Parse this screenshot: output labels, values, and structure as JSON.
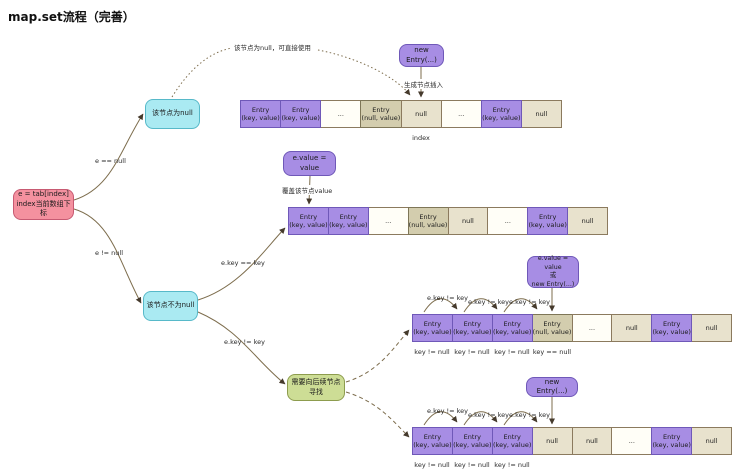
{
  "title": "map.set流程（完善）",
  "colors": {
    "purple": "#a78de4",
    "pink": "#f4919f",
    "cyan": "#aaeaf2",
    "green": "#cddd95",
    "tan": "#e8e2cd",
    "khaki": "#d3cdae",
    "white_cell": "#fffef7",
    "edge": "#7d6d4d"
  },
  "nodes": {
    "root": {
      "line1": "e = tab[index]",
      "line2": "index当前数组下标"
    },
    "is_null": "该节点为null",
    "not_null": "该节点不为null",
    "new_entry_top": "new Entry(...)",
    "set_value": "e.value = value",
    "set_or_new": {
      "line1": "e.value = value",
      "line2": "或",
      "line3": "new Entry(...)"
    },
    "new_entry_bottom": "new Entry(...)",
    "search_next": "需要向后续节点寻找"
  },
  "edge_labels": {
    "e_eq_null": "e == null",
    "e_ne_null": "e != null",
    "ekey_eq_key": "e.key == key",
    "ekey_ne_key": "e.key != key",
    "direct_use": "该节点为null，可直接使用",
    "generate_insert": "生成节点插入",
    "overwrite_value": "覆盖该节点value",
    "index": "index"
  },
  "arrays": {
    "top": {
      "cells": [
        {
          "line1": "Entry",
          "line2": "(key, value)",
          "type": "purple"
        },
        {
          "line1": "Entry",
          "line2": "(key, value)",
          "type": "purple"
        },
        {
          "line1": "...",
          "type": "white"
        },
        {
          "line1": "Entry",
          "line2": "(null, value)",
          "type": "khaki"
        },
        {
          "line1": "null",
          "type": "tan"
        },
        {
          "line1": "...",
          "type": "white"
        },
        {
          "line1": "Entry",
          "line2": "(key, value)",
          "type": "purple"
        },
        {
          "line1": "null",
          "type": "tan"
        }
      ]
    },
    "middle": {
      "cells": [
        {
          "line1": "Entry",
          "line2": "(key, value)",
          "type": "purple"
        },
        {
          "line1": "Entry",
          "line2": "(key, value)",
          "type": "purple"
        },
        {
          "line1": "...",
          "type": "white"
        },
        {
          "line1": "Entry",
          "line2": "(null, value)",
          "type": "khaki"
        },
        {
          "line1": "null",
          "type": "tan"
        },
        {
          "line1": "...",
          "type": "white"
        },
        {
          "line1": "Entry",
          "line2": "(key, value)",
          "type": "purple"
        },
        {
          "line1": "null",
          "type": "tan"
        }
      ]
    },
    "list1": {
      "cells": [
        {
          "line1": "Entry",
          "line2": "(key, value)",
          "type": "purple"
        },
        {
          "line1": "Entry",
          "line2": "(key, value)",
          "type": "purple"
        },
        {
          "line1": "Entry",
          "line2": "(key, value)",
          "type": "purple"
        },
        {
          "line1": "Entry",
          "line2": "(null, value)",
          "type": "khaki"
        },
        {
          "line1": "...",
          "type": "white"
        },
        {
          "line1": "null",
          "type": "tan"
        },
        {
          "line1": "Entry",
          "line2": "(key, value)",
          "type": "purple"
        },
        {
          "line1": "null",
          "type": "tan"
        }
      ],
      "below": [
        "key != null",
        "key != null",
        "key != null",
        "key == null"
      ]
    },
    "list2": {
      "cells": [
        {
          "line1": "Entry",
          "line2": "(key, value)",
          "type": "purple"
        },
        {
          "line1": "Entry",
          "line2": "(key, value)",
          "type": "purple"
        },
        {
          "line1": "Entry",
          "line2": "(key, value)",
          "type": "purple"
        },
        {
          "line1": "null",
          "type": "tan"
        },
        {
          "line1": "null",
          "type": "tan"
        },
        {
          "line1": "...",
          "type": "white"
        },
        {
          "line1": "Entry",
          "line2": "(key, value)",
          "type": "purple"
        },
        {
          "line1": "null",
          "type": "tan"
        }
      ],
      "below": [
        "key != null",
        "key != null",
        "key != null"
      ]
    }
  }
}
